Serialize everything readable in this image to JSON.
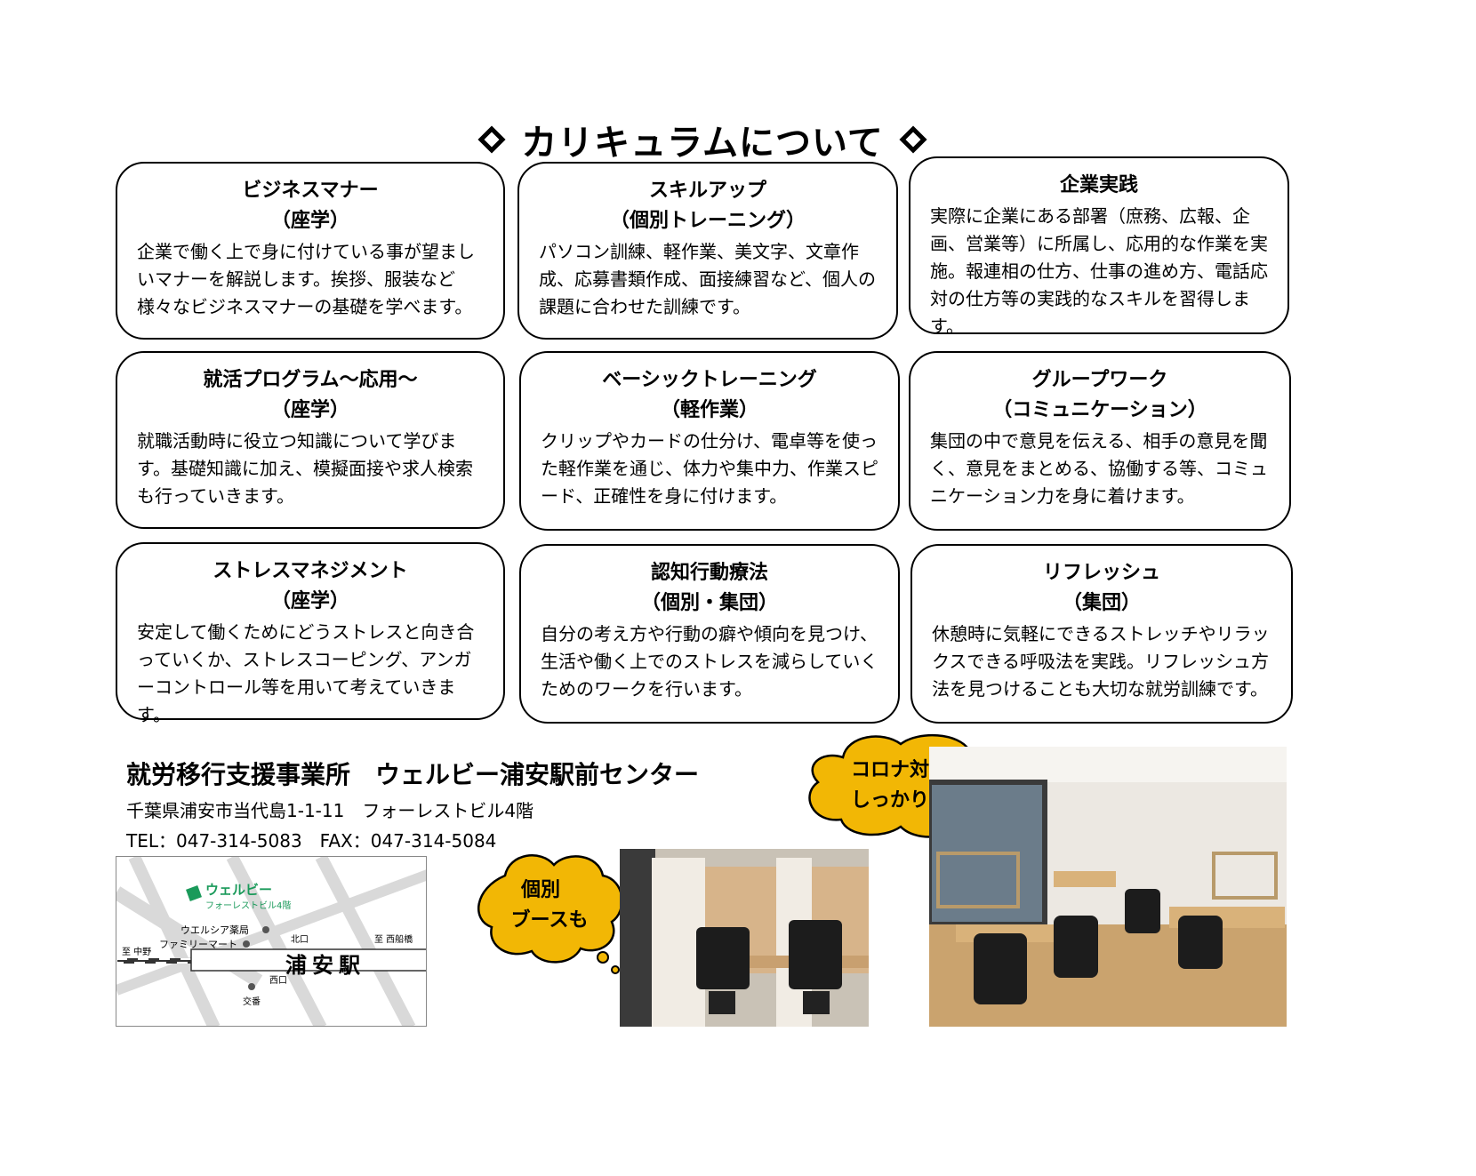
{
  "title": "カリキュラムについて",
  "cards": [
    {
      "title": "ビジネスマナー",
      "subtitle": "（座学）",
      "body": "企業で働く上で身に付けている事が望ましいマナーを解説します。挨拶、服装など様々なビジネスマナーの基礎を学べます。"
    },
    {
      "title": "スキルアップ",
      "subtitle": "（個別トレーニング）",
      "body": "パソコン訓練、軽作業、美文字、文章作成、応募書類作成、面接練習など、個人の課題に合わせた訓練です。"
    },
    {
      "title": "企業実践",
      "subtitle": "",
      "body": "実際に企業にある部署（庶務、広報、企画、営業等）に所属し、応用的な作業を実施。報連相の仕方、仕事の進め方、電話応対の仕方等の実践的なスキルを習得します。"
    },
    {
      "title": "就活プログラム～応用～",
      "subtitle": "（座学）",
      "body": "就職活動時に役立つ知識について学びます。基礎知識に加え、模擬面接や求人検索も行っていきます。"
    },
    {
      "title": "ベーシックトレーニング",
      "subtitle": "（軽作業）",
      "body": "クリップやカードの仕分け、電卓等を使った軽作業を通じ、体力や集中力、作業スピード、正確性を身に付けます。"
    },
    {
      "title": "グループワーク",
      "subtitle": "（コミュニケーション）",
      "body": "集団の中で意見を伝える、相手の意見を聞く、意見をまとめる、協働する等、コミュニケーション力を身に着けます。"
    },
    {
      "title": "ストレスマネジメント",
      "subtitle": "（座学）",
      "body": "安定して働くためにどうストレスと向き合っていくか、ストレスコーピング、アンガーコントロール等を用いて考えていきます。"
    },
    {
      "title": "認知行動療法",
      "subtitle": "（個別・集団）",
      "body": "自分の考え方や行動の癖や傾向を見つけ、生活や働く上でのストレスを減らしていくためのワークを行います。"
    },
    {
      "title": "リフレッシュ",
      "subtitle": "（集団）",
      "body": "休憩時に気軽にできるストレッチやリラックスできる呼吸法を実践。リフレッシュ方法を見つけることも大切な就労訓練です。"
    }
  ],
  "footer": {
    "name": "就労移行支援事業所　ウェルビー浦安駅前センター",
    "address": "千葉県浦安市当代島1-1-11　フォーレストビル4階",
    "tel": "TEL：047-314-5083　FAX：047-314-5084"
  },
  "map": {
    "welby": "ウェルビー",
    "building": "フォーレストビル4階",
    "welcia": "ウエルシア薬局",
    "familymart": "ファミリーマート",
    "north_exit": "北口",
    "west_exit": "西口",
    "koban": "交番",
    "to_nakano": "至 中野",
    "to_nishifunabashi": "至 西船橋",
    "station": "浦安駅"
  },
  "bubbles": {
    "booth_line1": "個別",
    "booth_line2": "ブースも",
    "corona_line1": "コロナ対策も",
    "corona_line2": "しっかりと！"
  },
  "colors": {
    "bubble": "#f2b705",
    "map_green": "#1a9a5a"
  }
}
